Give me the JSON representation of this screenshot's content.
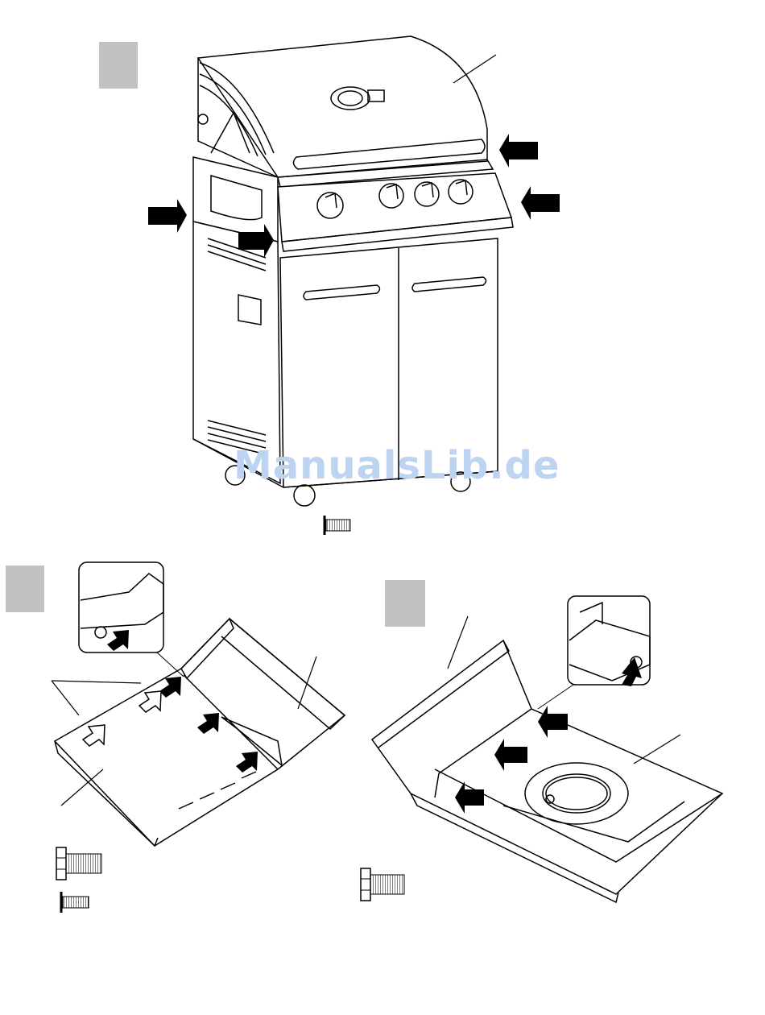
{
  "steps": [
    {
      "id": "step-a",
      "label": ""
    },
    {
      "id": "step-b",
      "label": ""
    },
    {
      "id": "step-c",
      "label": ""
    }
  ],
  "watermark": "ManualsLib.de",
  "colors": {
    "step_box": "#c2c2c2",
    "line": "#000000",
    "arrow_fill": "#000000",
    "watermark": "#bcd3f2"
  },
  "icons": [
    "small-screw-icon",
    "hex-bolt-icon",
    "arrow-icon",
    "hollow-arrow-icon",
    "detail-callout"
  ]
}
